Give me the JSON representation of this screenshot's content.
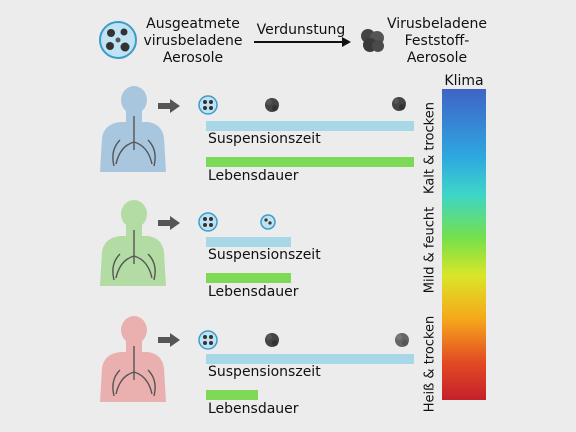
{
  "header": {
    "left_label": "Ausgeatmete\nvirusbeladene\nAerosole",
    "arrow_label": "Verdunstung",
    "right_label": "Virusbeladene\nFeststoff-\nAerosole"
  },
  "climate": {
    "title": "Klima",
    "levels": [
      "Kalt & trocken",
      "Mild & feucht",
      "Heiß & trocken"
    ]
  },
  "labels": {
    "suspension": "Suspensionszeit",
    "lifetime": "Lebensdauer"
  },
  "colors": {
    "suspension_bar": "#a8d8e8",
    "lifetime_bar": "#7ed957",
    "person_cold": "#a9c6df",
    "person_mild": "#b2dca4",
    "person_hot": "#eab0b0"
  },
  "rows": [
    {
      "climate": "Kalt & trocken",
      "suspension_fraction": 1.0,
      "lifetime_fraction": 1.0
    },
    {
      "climate": "Mild & feucht",
      "suspension_fraction": 0.41,
      "lifetime_fraction": 0.41
    },
    {
      "climate": "Heiß & trocken",
      "suspension_fraction": 1.0,
      "lifetime_fraction": 0.25
    }
  ]
}
